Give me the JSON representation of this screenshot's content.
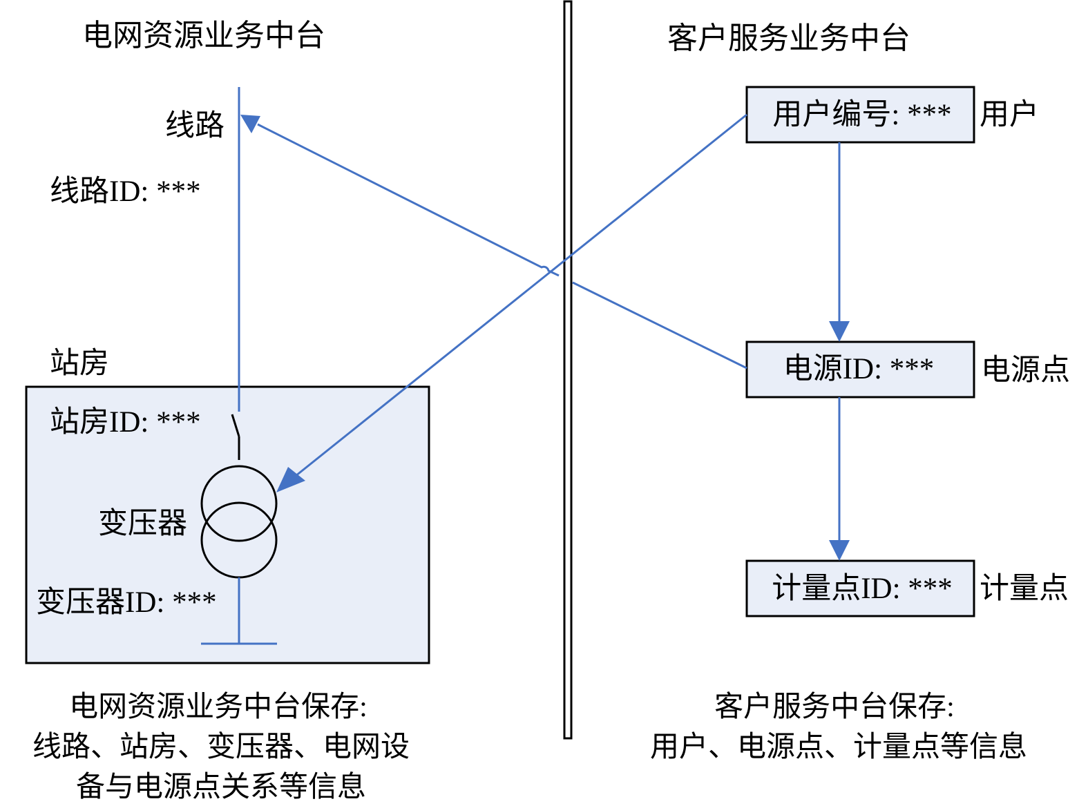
{
  "left_panel": {
    "title": "电网资源业务中台",
    "line_label": "线路",
    "line_id": "线路ID: ***",
    "station_label": "站房",
    "station_id": "站房ID: ***",
    "transformer_label": "变压器",
    "transformer_id": "变压器ID: ***",
    "footer_lines": [
      "电网资源业务中台保存:",
      "线路、站房、变压器、电网设",
      "备与电源点关系等信息"
    ]
  },
  "right_panel": {
    "title": "客户服务业务中台",
    "user_box": "用户编号: ***",
    "user_label": "用户",
    "power_box": "电源ID: ***",
    "power_label": "电源点",
    "meter_box": "计量点ID: ***",
    "meter_label": "计量点",
    "footer_lines": [
      "客户服务中台保存:",
      "用户、电源点、计量点等信息"
    ]
  },
  "colors": {
    "flow": "#4472c4",
    "box_fill": "#e9eef8",
    "outline": "#000000"
  }
}
